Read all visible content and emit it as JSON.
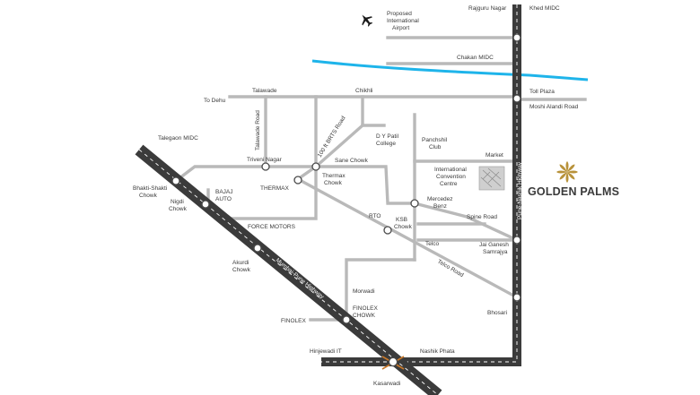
{
  "colors": {
    "highway": "#3b3b3b",
    "road": "#b9b9b9",
    "river": "#1eb4ea",
    "brand_gold": "#b8923a",
    "label": "#3a3a3a"
  },
  "icons": [
    "airplane-icon",
    "golden-palms-logo-icon",
    "convention-centre-building-icon"
  ],
  "brand": {
    "name": "GOLDEN PALMS"
  },
  "highways": {
    "mumbai_pune": "Mumbai-Pune Highway",
    "pune_nashik": "Pune-Nashik Highway"
  },
  "labels": {
    "rajguru_nagar": "Rajguru Nagar",
    "khed_midc": "Khed MIDC",
    "airport_1": "Proposed",
    "airport_2": "International",
    "airport_3": "Airport",
    "chakan_midc": "Chakan MIDC",
    "talawade": "Talawade",
    "chikhli": "Chikhli",
    "toll_plaza": "Toll Plaza",
    "to_dehu": "To Dehu",
    "moshi_alandi": "Moshi Alandi Road",
    "talegaon_midc": "Talegaon MIDC",
    "talawade_road": "Talawade Road",
    "brts_road": "100 ft BRTS Road",
    "dy_patil_1": "D Y Patil",
    "dy_patil_2": "College",
    "panchshil_1": "Panchshil",
    "panchshil_2": "Club",
    "market": "Market",
    "triveni_nagar": "Triveni Nagar",
    "sane_chowk": "Sane Chowk",
    "convention_1": "International",
    "convention_2": "Convention",
    "convention_3": "Centre",
    "bhakti_1": "Bhakti-Shakti",
    "bhakti_2": "Chowk",
    "thermax": "THERMAX",
    "thermax_chowk_1": "Thermax",
    "thermax_chowk_2": "Chowk",
    "bajaj_1": "BAJAJ",
    "bajaj_2": "AUTO",
    "nigdi_1": "Nigdi",
    "nigdi_2": "Chowk",
    "mercedez_1": "Mercedez",
    "mercedez_2": "Benz",
    "spine_road": "Spine Road",
    "rto": "RTO",
    "force_motors": "FORCE MOTORS",
    "ksb_1": "KSB",
    "ksb_2": "Chowk",
    "jai_ganesh_1": "Jai Ganesh",
    "jai_ganesh_2": "Samrajya",
    "telco": "Telco",
    "telco_road": "Telco Road",
    "akurdi_1": "Akurdi",
    "akurdi_2": "Chowk",
    "morwadi": "Morwadi",
    "bhosari": "Bhosari",
    "finolex_chowk_1": "FINOLEX",
    "finolex_chowk_2": "CHOWK",
    "finolex": "FINOLEX",
    "hinjewadi_it": "Hinjewadi IT",
    "nashik_phata": "Nashik Phata",
    "kasarwadi": "Kasarwadi"
  }
}
